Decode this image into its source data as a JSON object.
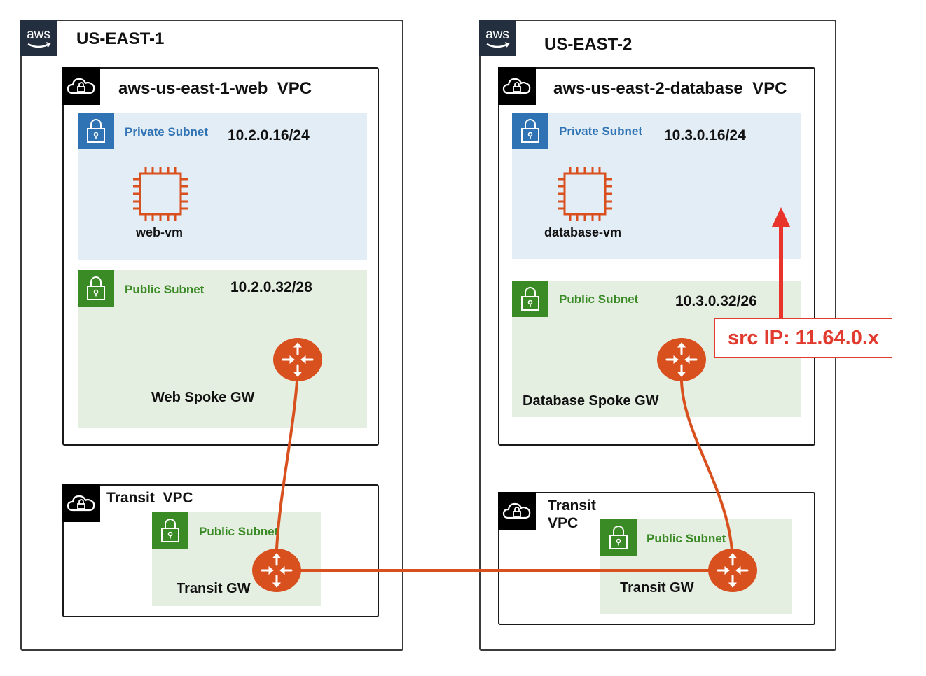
{
  "regions": [
    {
      "title": "US-EAST-1",
      "aws_logo_text": "aws",
      "vpc": {
        "title": "aws-us-east-1-web  VPC",
        "private_subnet": {
          "label": "Private Subnet",
          "cidr": "10.2.0.16/24",
          "vm_label": "web-vm"
        },
        "public_subnet": {
          "label": "Public Subnet",
          "cidr": "10.2.0.32/28",
          "gateway_label": "Web Spoke GW"
        }
      },
      "transit_vpc": {
        "title": "Transit  VPC",
        "public_subnet": {
          "label": "Public Subnet",
          "gateway_label": "Transit GW"
        }
      }
    },
    {
      "title": "US-EAST-2",
      "aws_logo_text": "aws",
      "vpc": {
        "title": "aws-us-east-2-database  VPC",
        "private_subnet": {
          "label": "Private Subnet",
          "cidr": "10.3.0.16/24",
          "vm_label": "database-vm"
        },
        "public_subnet": {
          "label": "Public Subnet",
          "cidr": "10.3.0.32/26",
          "gateway_label": "Database Spoke GW"
        }
      },
      "transit_vpc": {
        "title": "Transit\nVPC",
        "public_subnet": {
          "label": "Public Subnet",
          "gateway_label": "Transit GW"
        }
      }
    }
  ],
  "annotation": {
    "text": "src IP: 11.64.0.x",
    "color": "#e03b2e"
  },
  "colors": {
    "aws_badge": "#232f3e",
    "private_subnet_bg": "#e3edf6",
    "public_subnet_bg": "#e4eee1",
    "private_accent": "#2f73b5",
    "public_accent": "#3a8a25",
    "gateway": "#d9501f",
    "ec2_icon": "#d9501f"
  },
  "icons": {
    "aws_logo": "aws-logo-icon",
    "vpc": "cloud-lock-icon",
    "subnet": "padlock-icon",
    "vm": "ec2-chip-icon",
    "gateway": "router-gateway-icon"
  }
}
